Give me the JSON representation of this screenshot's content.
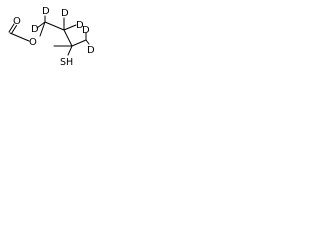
{
  "structure": {
    "atoms": {
      "carbonyl_oxygen": "O",
      "ester_oxygen": "O",
      "thiol": "SH",
      "deuterium_1": "D",
      "deuterium_2": "D",
      "deuterium_3": "D",
      "deuterium_4": "D",
      "deuterium_5": "D",
      "deuterium_6": "D"
    },
    "line_color": "#000000",
    "background_color": "#ffffff"
  }
}
